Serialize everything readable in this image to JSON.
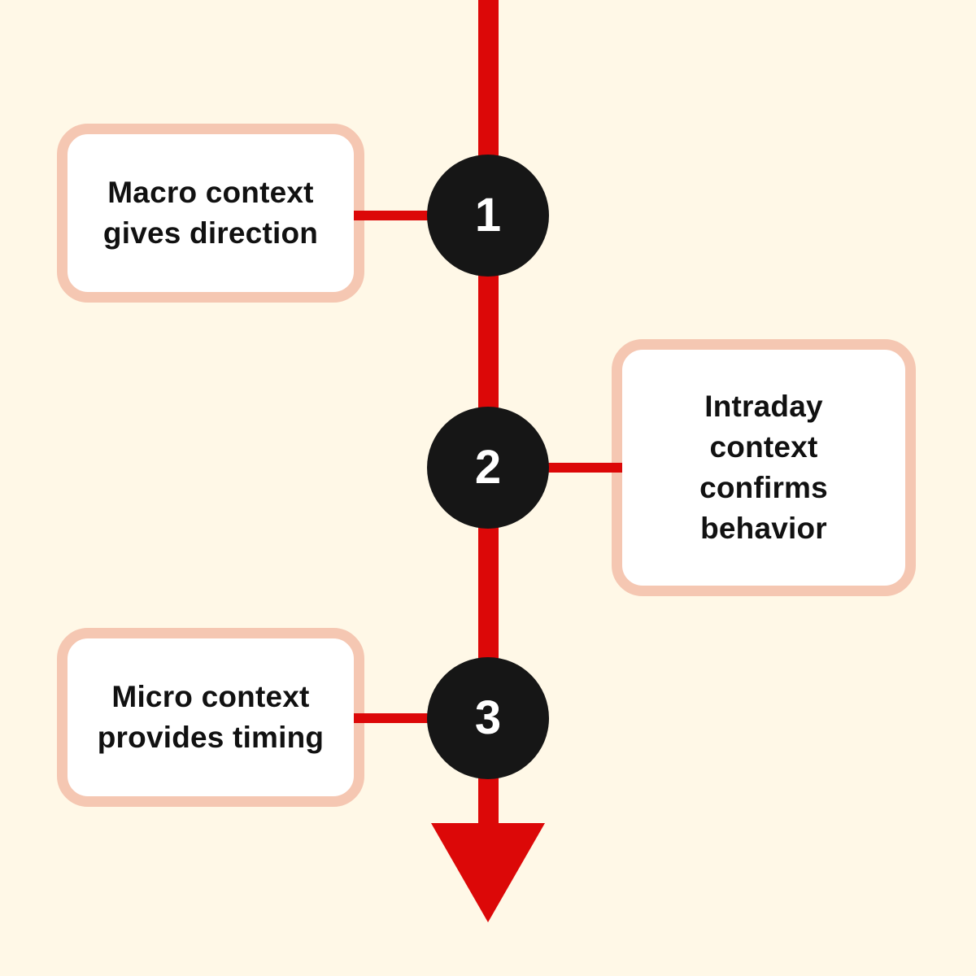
{
  "diagram": {
    "type": "vertical-flow-timeline",
    "colors": {
      "background": "#FFF8E7",
      "arrow_red": "#DC0808",
      "circle_black": "#161616",
      "card_border_salmon": "#F5C7B2",
      "card_fill": "#FFFFFF",
      "label_text": "#111111",
      "number_text": "#FFFFFF"
    },
    "steps": [
      {
        "number": "1",
        "label": "Macro context\ngives direction",
        "side": "left"
      },
      {
        "number": "2",
        "label": "Intraday\ncontext\nconfirms\nbehavior",
        "side": "right"
      },
      {
        "number": "3",
        "label": "Micro context\nprovides timing",
        "side": "left"
      }
    ]
  }
}
